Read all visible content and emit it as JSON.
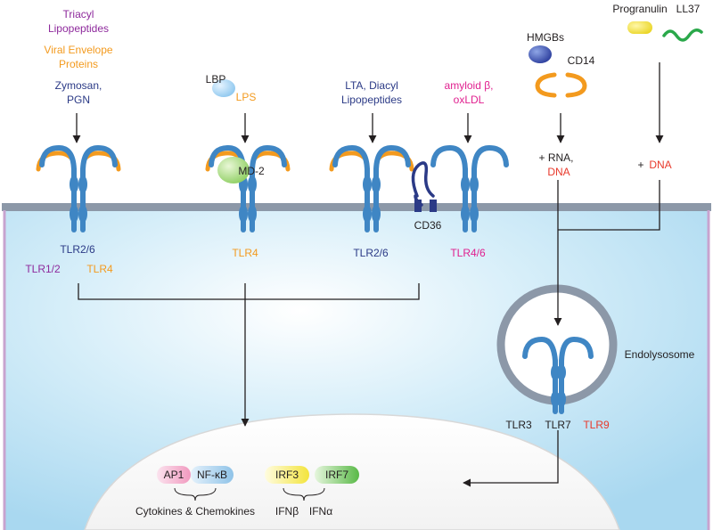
{
  "colors": {
    "purple": "#8e2a9c",
    "orange": "#f39a1e",
    "navy": "#2b3a86",
    "magenta": "#e0208f",
    "red": "#e8392b",
    "black": "#231f20",
    "receptor": "#3f86c4",
    "membrane": "#8c98a8",
    "green": "#2aa84a"
  },
  "ligands": {
    "triacyl": "Triacyl",
    "lipopeptides": "Lipopeptides",
    "viral_envelope": "Viral Envelope",
    "proteins": "Proteins",
    "zymosan": "Zymosan,",
    "pgn": "PGN",
    "lbp": "LBP",
    "lps": "LPS",
    "lta_diacyl": "LTA, Diacyl",
    "lipopeptides2": "Lipopeptides",
    "amyloid": "amyloid β,",
    "oxldl": "oxLDL",
    "hmgbs": "HMGBs",
    "cd14": "CD14",
    "progranulin": "Progranulin",
    "ll37": "LL37",
    "plus_rna": "+ RNA,",
    "dna_left": "DNA",
    "plus": "+",
    "dna_right": "DNA"
  },
  "labels": {
    "md2": "MD-2",
    "cd36": "CD36",
    "tlr26_a": "TLR2/6",
    "tlr12": "TLR1/2",
    "tlr4_a": "TLR4",
    "tlr4_b": "TLR4",
    "tlr26_b": "TLR2/6",
    "tlr46": "TLR4/6",
    "endolysosome": "Endolysosome",
    "tlr3": "TLR3",
    "tlr7": "TLR7",
    "tlr9": "TLR9"
  },
  "nucleus": {
    "ap1": "AP1",
    "nfkb": "NF-κB",
    "irf3": "IRF3",
    "irf7": "IRF7",
    "cytokines": "Cytokines & Chemokines",
    "ifnb": "IFNβ",
    "ifna": "IFNα"
  }
}
